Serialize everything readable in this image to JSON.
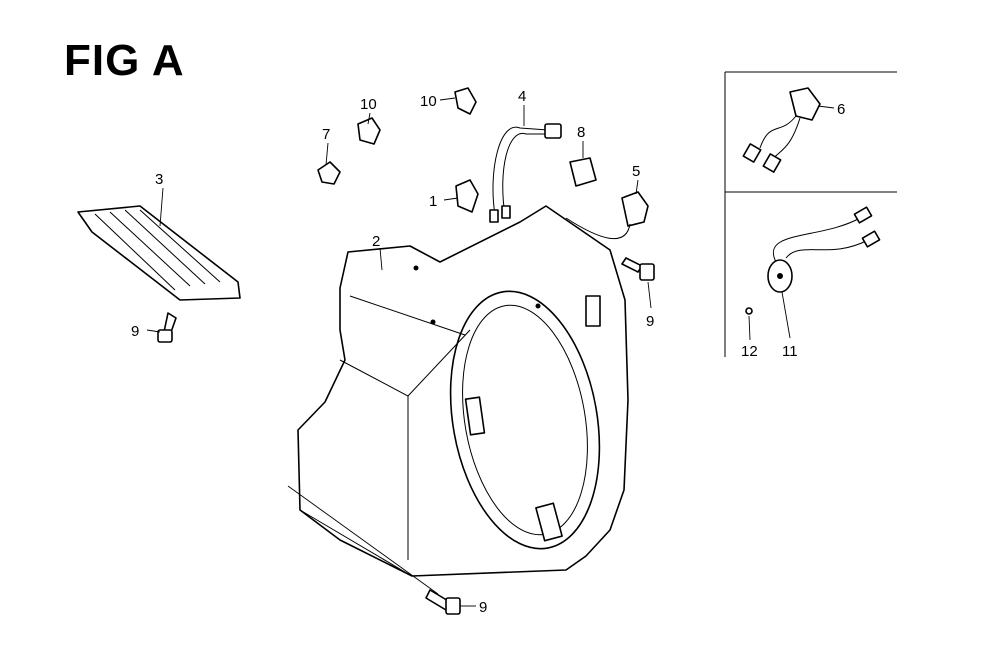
{
  "figure": {
    "title": "FIG A"
  },
  "callouts": {
    "c1": "1",
    "c2": "2",
    "c3": "3",
    "c4": "4",
    "c5": "5",
    "c6": "6",
    "c7": "7",
    "c8": "8",
    "c9a": "9",
    "c9b": "9",
    "c9c": "9",
    "c10a": "10",
    "c10b": "10",
    "c11": "11",
    "c12": "12"
  }
}
